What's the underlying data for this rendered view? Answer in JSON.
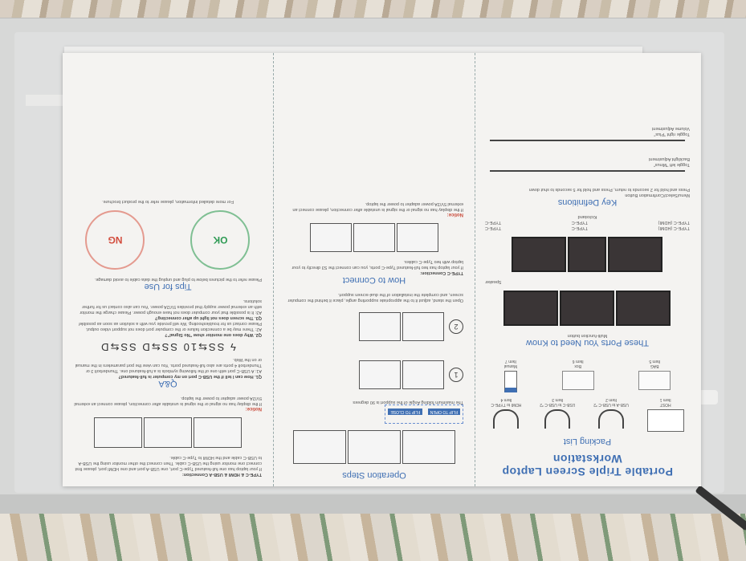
{
  "panel_c": {
    "title": "Portable Triple Screen Laptop Workstation",
    "packing_list": "Packing List",
    "items": [
      {
        "label": "HOST",
        "sub": "Item 1"
      },
      {
        "label": "USB-A to USB-C *2",
        "sub": "Item 2"
      },
      {
        "label": "USB-C to USB-C *2",
        "sub": "Item 3"
      },
      {
        "label": "HDMI to TYPE-C",
        "sub": "Item 4"
      }
    ],
    "items2": [
      {
        "label": "BAG",
        "sub": "Item 5"
      },
      {
        "label": "Box",
        "sub": "Item 6"
      },
      {
        "label": "Manual",
        "sub": "Item 7"
      }
    ],
    "ports_title": "These Ports You Need to Know",
    "multi_button": "Multi-function button",
    "speaker": "Speaker",
    "kickstand": "Kickstand",
    "port_labels": [
      "TYPE-C (HDMI)",
      "TYPE-C",
      "TYPE-C"
    ],
    "port_labels2": [
      "TYPE-C (HDMI)",
      "TYPE-C",
      "TYPE-C"
    ],
    "key_title": "Key Definitions",
    "key_desc1": "Menu/Select/Confirmation Button",
    "key_desc2": "Press and hold for 2 seconds to return, Press and hold for 5 seconds to shut down",
    "toggle1": "Toggle left \"Minus\"",
    "toggle1b": "Backlight Adjustment",
    "toggle2": "Toggle right \"Plus\"",
    "toggle2b": "Volume Adjustment"
  },
  "panel_b": {
    "title": "Operation Steps",
    "flip_open": "FLIP TO OPEN",
    "flip_close": "FLIP TO CLOSE",
    "fold_angle": "The maximum folding Angle of the support is 90 degrees",
    "step1": "1",
    "step2": "2",
    "step2_text": "Open the stand, adjust it to the appropriate supporting angle, place it behind the computer screen, and complete the installation of the dual-screen support.",
    "connect_title": "How to Connect",
    "typec_title": "TYPE-C Connection:",
    "typec_text": "If your laptop has two full-featured Type-C ports, you can connect the S3 directly to your laptop with two Type-C cables.",
    "note_title": "Notice:",
    "note_text": "If the display has no signal or the signal is unstable after connection, please connect an external 5V/2A power adapter to power the laptop."
  },
  "panel_a": {
    "hdmi_title": "TYPE-C & HDMI & USB-A Connection:",
    "hdmi_text": "If your laptop has one full-featured Type-C port, one USB-A port and one HDMI port, please first connect one monitor using the USB-C cable. Then connect the other monitor using the USB-A to USB-C cable and the HDMI to Type-C cable.",
    "note_title": "Notice:",
    "note_text": "If the display has no signal or the signal is unstable after connection, please connect an external 5V/2A power adapter to power the laptop.",
    "qa_title": "Q&A",
    "q1": "Q1. How can I tell if the USB-C port on my computer is full-featured?",
    "a1": "A1: A USB-C port with one of the following symbols is a full-featured one. Thunderbolt 3 or Thunderbolt 4 ports are also full-featured ports. You can view the port parameters in the manual or on the Web.",
    "usb_symbols": "ϟ SS⇆10 SS⇆D SS⇆D",
    "q2": "Q2. Why does one monitor show \"No Signal\"?",
    "a2": "A2: There may be a connection failure or the computer port does not support video output. Please contact us for troubleshooting. We will provide you with a solution as soon as possible!",
    "q3": "Q3. The screen does not light up after connecting?",
    "a3": "A3: It is possible that your computer does not have enough power. Please charge the monitor with an external power supply that provides 5V/2A power. You can also contact us for further solutions.",
    "tips_title": "Tips for Use",
    "tips_text": "Please refer to the pictures below to plug and unplug the data cable to avoid damage.",
    "ok": "OK",
    "ng": "NG",
    "footer": "For more detailed information, please refer to the product brochure."
  }
}
